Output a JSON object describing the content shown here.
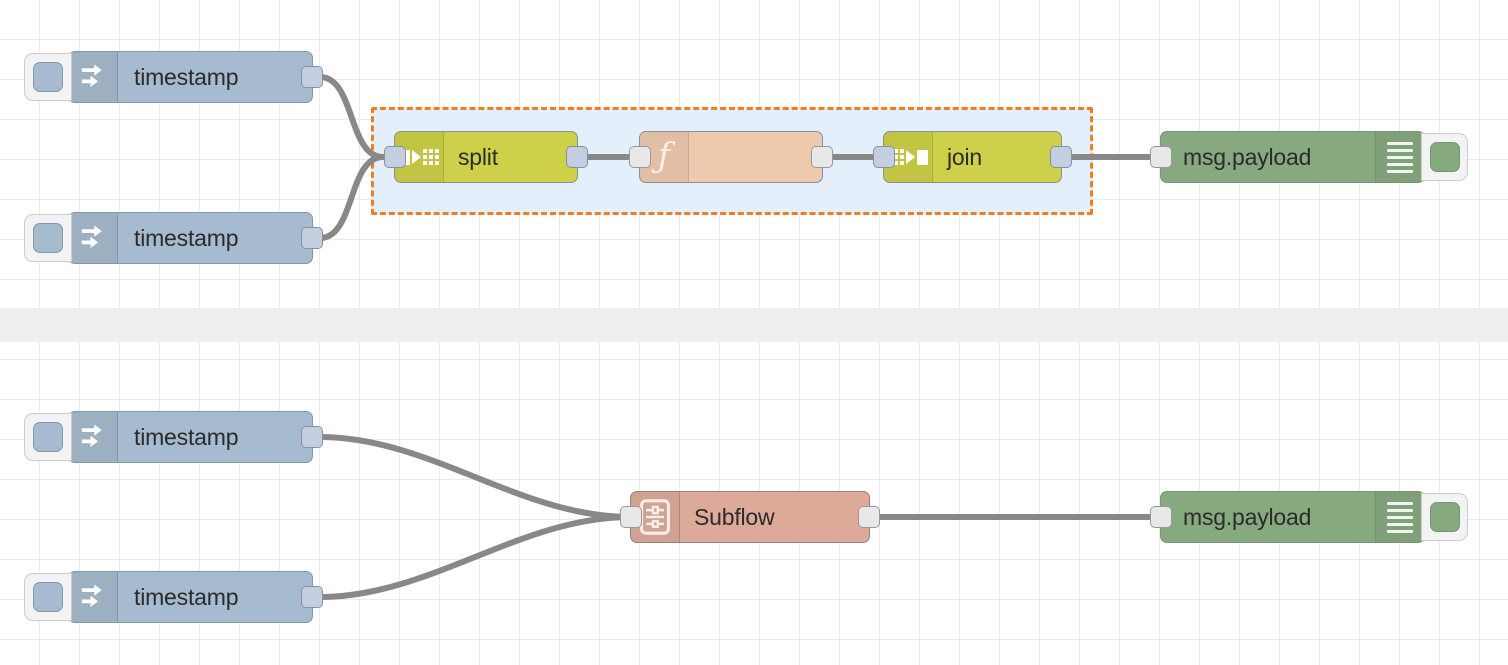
{
  "app": {
    "name": "Node-RED flow editor canvas",
    "grid_size": 40,
    "canvas_bg": "#ffffff",
    "grid_color": "#ebebeb",
    "separator_color": "#eeeeee"
  },
  "colors": {
    "inject": "#a6bbcf",
    "split_join": "#cdd048",
    "function": "#eec9ad",
    "subflow": "#ddaa99",
    "debug": "#87a980",
    "wire": "#888888",
    "selection_border": "#ef7d23",
    "selection_fill": "#e3effa",
    "port": "#e8e8e8"
  },
  "flows": [
    {
      "id": "flow-top",
      "nodes": {
        "inject_1": {
          "label": "timestamp",
          "icon": "inject-arrow-icon",
          "button": "inject-trigger-button"
        },
        "inject_2": {
          "label": "timestamp",
          "icon": "inject-arrow-icon",
          "button": "inject-trigger-button"
        },
        "split": {
          "label": "split",
          "icon": "split-icon"
        },
        "function": {
          "label": "",
          "icon": "function-f-icon"
        },
        "join": {
          "label": "join",
          "icon": "join-icon"
        },
        "debug": {
          "label": "msg.payload",
          "icon": "debug-lines-icon",
          "button": "debug-toggle-button"
        }
      },
      "selection": {
        "name": "selection-rectangle",
        "contains": [
          "split",
          "function",
          "join"
        ]
      }
    },
    {
      "id": "flow-bottom",
      "nodes": {
        "inject_1": {
          "label": "timestamp",
          "icon": "inject-arrow-icon",
          "button": "inject-trigger-button"
        },
        "inject_2": {
          "label": "timestamp",
          "icon": "inject-arrow-icon",
          "button": "inject-trigger-button"
        },
        "subflow": {
          "label": "Subflow",
          "icon": "subflow-icon"
        },
        "debug": {
          "label": "msg.payload",
          "icon": "debug-lines-icon",
          "button": "debug-toggle-button"
        }
      }
    }
  ]
}
